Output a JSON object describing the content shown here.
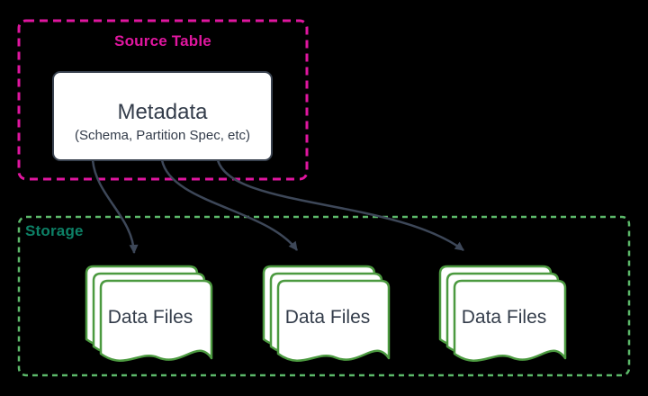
{
  "diagram": {
    "background_color": "#000000",
    "edge_color": "#3d4758",
    "source_table": {
      "label": "Source Table",
      "label_color": "#e0169f",
      "border_color": "#e0169f",
      "metadata_node": {
        "title": "Metadata",
        "subtitle": "(Schema, Partition Spec, etc)",
        "fill_color": "#ffffff",
        "border_color": "#39424f",
        "text_color": "#333c4a"
      }
    },
    "storage": {
      "label": "Storage",
      "label_color": "#0d8066",
      "border_color": "#5cb96a",
      "document_fill_color": "#ffffff",
      "document_border_color": "#4c9a40",
      "items": [
        {
          "label": "Data Files"
        },
        {
          "label": "Data Files"
        },
        {
          "label": "Data Files"
        }
      ]
    },
    "edges": [
      {
        "from": "Metadata",
        "to": "Data Files"
      },
      {
        "from": "Metadata",
        "to": "Data Files"
      },
      {
        "from": "Metadata",
        "to": "Data Files"
      }
    ]
  }
}
